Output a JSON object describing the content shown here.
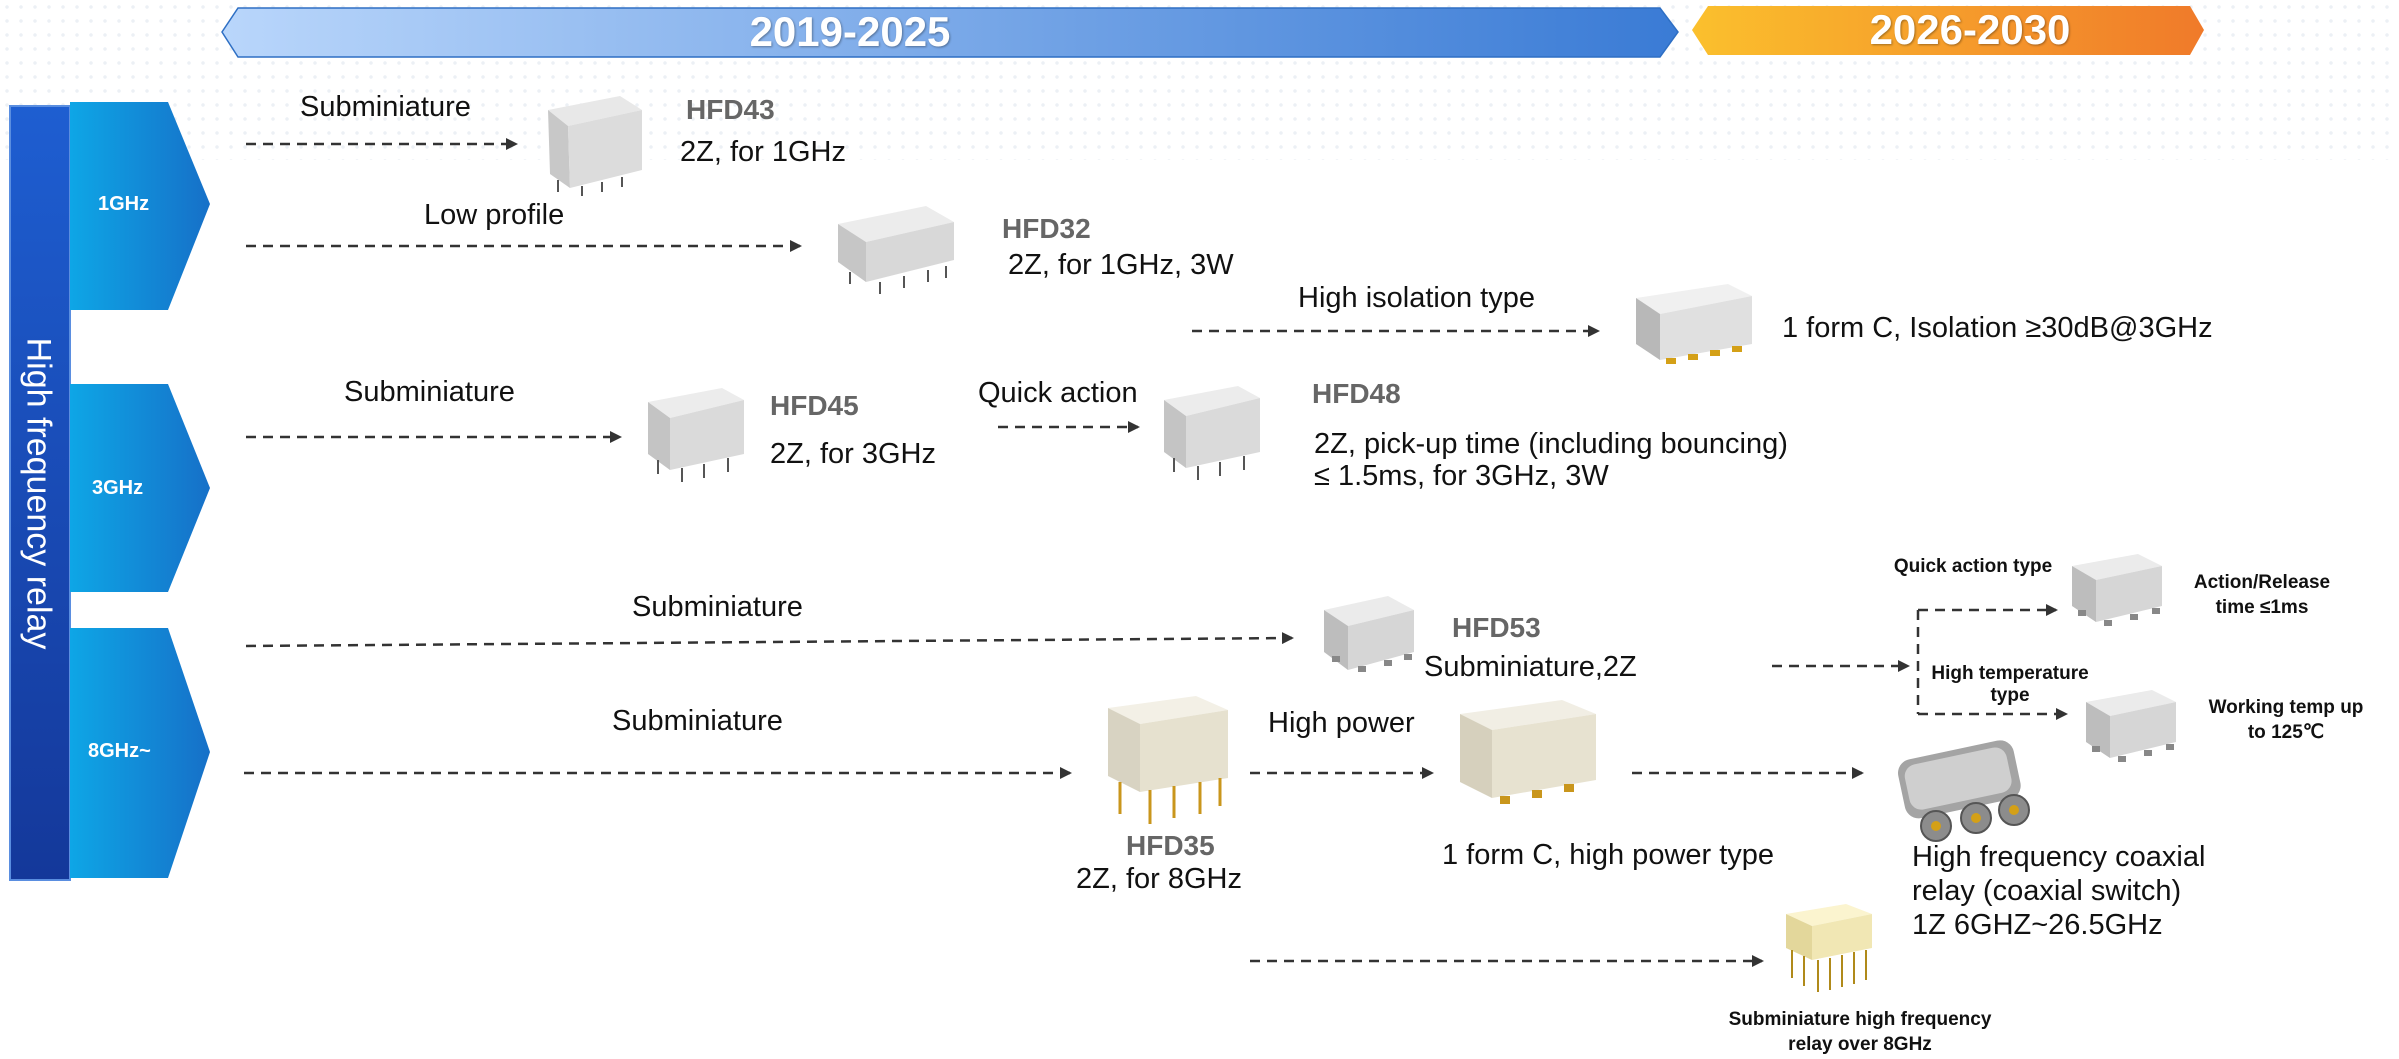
{
  "header": {
    "period_1": "2019-2025",
    "period_2": "2026-2030",
    "period_1_color": "#3f80d8",
    "period_2_color": "#f08a28"
  },
  "side_label": "High frequency relay",
  "frequency_bands": [
    "1GHz",
    "3GHz",
    "8GHz~"
  ],
  "arrow_labels": {
    "subminiature_1": "Subminiature",
    "low_profile": "Low profile",
    "high_isolation": "High isolation type",
    "subminiature_3": "Subminiature",
    "quick_action": "Quick action",
    "subminiature_8a": "Subminiature",
    "subminiature_8b": "Subminiature",
    "high_power": "High power"
  },
  "products": {
    "hfd43": {
      "model": "HFD43",
      "desc": "2Z, for 1GHz"
    },
    "hfd32": {
      "model": "HFD32",
      "desc": "2Z, for 1GHz, 3W"
    },
    "isolation": {
      "desc": "1 form C, Isolation ≥30dB@3GHz"
    },
    "hfd45": {
      "model": "HFD45",
      "desc": "2Z, for 3GHz"
    },
    "hfd48": {
      "model": "HFD48",
      "desc_1": "2Z, pick-up time (including bouncing)",
      "desc_2": "≤ 1.5ms, for 3GHz, 3W"
    },
    "hfd53": {
      "model": "HFD53",
      "desc": "Subminiature,2Z"
    },
    "hfd35": {
      "model": "HFD35",
      "desc": "2Z, for 8GHz"
    },
    "high_power": {
      "desc": "1 form C, high power type"
    },
    "coaxial": {
      "desc_1": "High frequency coaxial",
      "desc_2": "relay  (coaxial switch)",
      "desc_3": "1Z 6GHZ~26.5GHz"
    },
    "quick_action_type": {
      "title": "Quick action type",
      "desc_1": "Action/Release",
      "desc_2": "time ≤1ms"
    },
    "high_temp_type": {
      "title_1": "High temperature",
      "title_2": "type",
      "desc_1": "Working temp up",
      "desc_2": "to 125℃"
    },
    "subminiature_hf": {
      "desc_1": "Subminiature high frequency",
      "desc_2": "relay over 8GHz"
    }
  }
}
